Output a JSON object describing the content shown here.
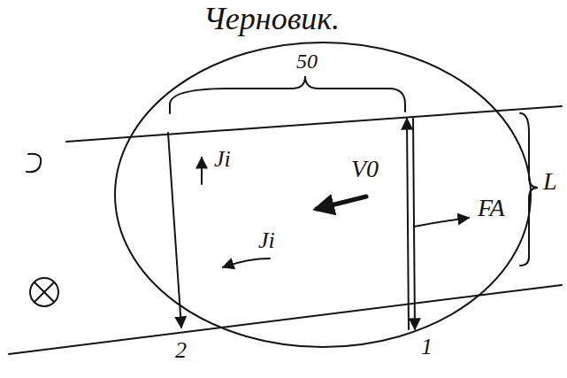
{
  "diagram": {
    "title": "Черновик.",
    "labels": [
      "50",
      "L",
      "Ji",
      "Ji",
      "V0",
      "FA",
      "2",
      "1"
    ]
  }
}
